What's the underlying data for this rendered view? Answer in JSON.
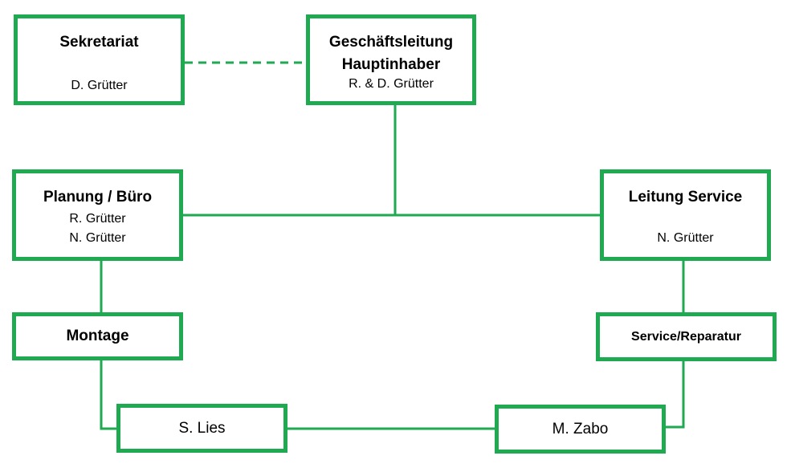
{
  "colors": {
    "accent": "#1faa52"
  },
  "nodes": {
    "sekretariat": {
      "title": "Sekretariat",
      "names": [
        "D. Grütter"
      ]
    },
    "geschaeftsleitung": {
      "title_line1": "Geschäftsleitung",
      "title_line2": "Hauptinhaber",
      "names": [
        "R. & D. Grütter"
      ]
    },
    "planung": {
      "title": "Planung / Büro",
      "names": [
        "R. Grütter",
        "N. Grütter"
      ]
    },
    "leitung_service": {
      "title": "Leitung Service",
      "names": [
        "N. Grütter"
      ]
    },
    "montage": {
      "title": "Montage"
    },
    "service_reparatur": {
      "title": "Service/Reparatur"
    },
    "s_lies": {
      "name": "S. Lies"
    },
    "m_zabo": {
      "name": "M. Zabo"
    }
  }
}
